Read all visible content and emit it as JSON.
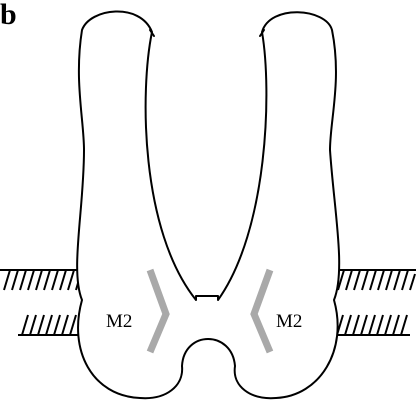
{
  "panel_letter": "b",
  "labels": {
    "left_helix": "M2",
    "right_helix": "M2"
  },
  "colors": {
    "outline": "#000000",
    "helix": "#a9a9a9",
    "background": "#ffffff"
  }
}
